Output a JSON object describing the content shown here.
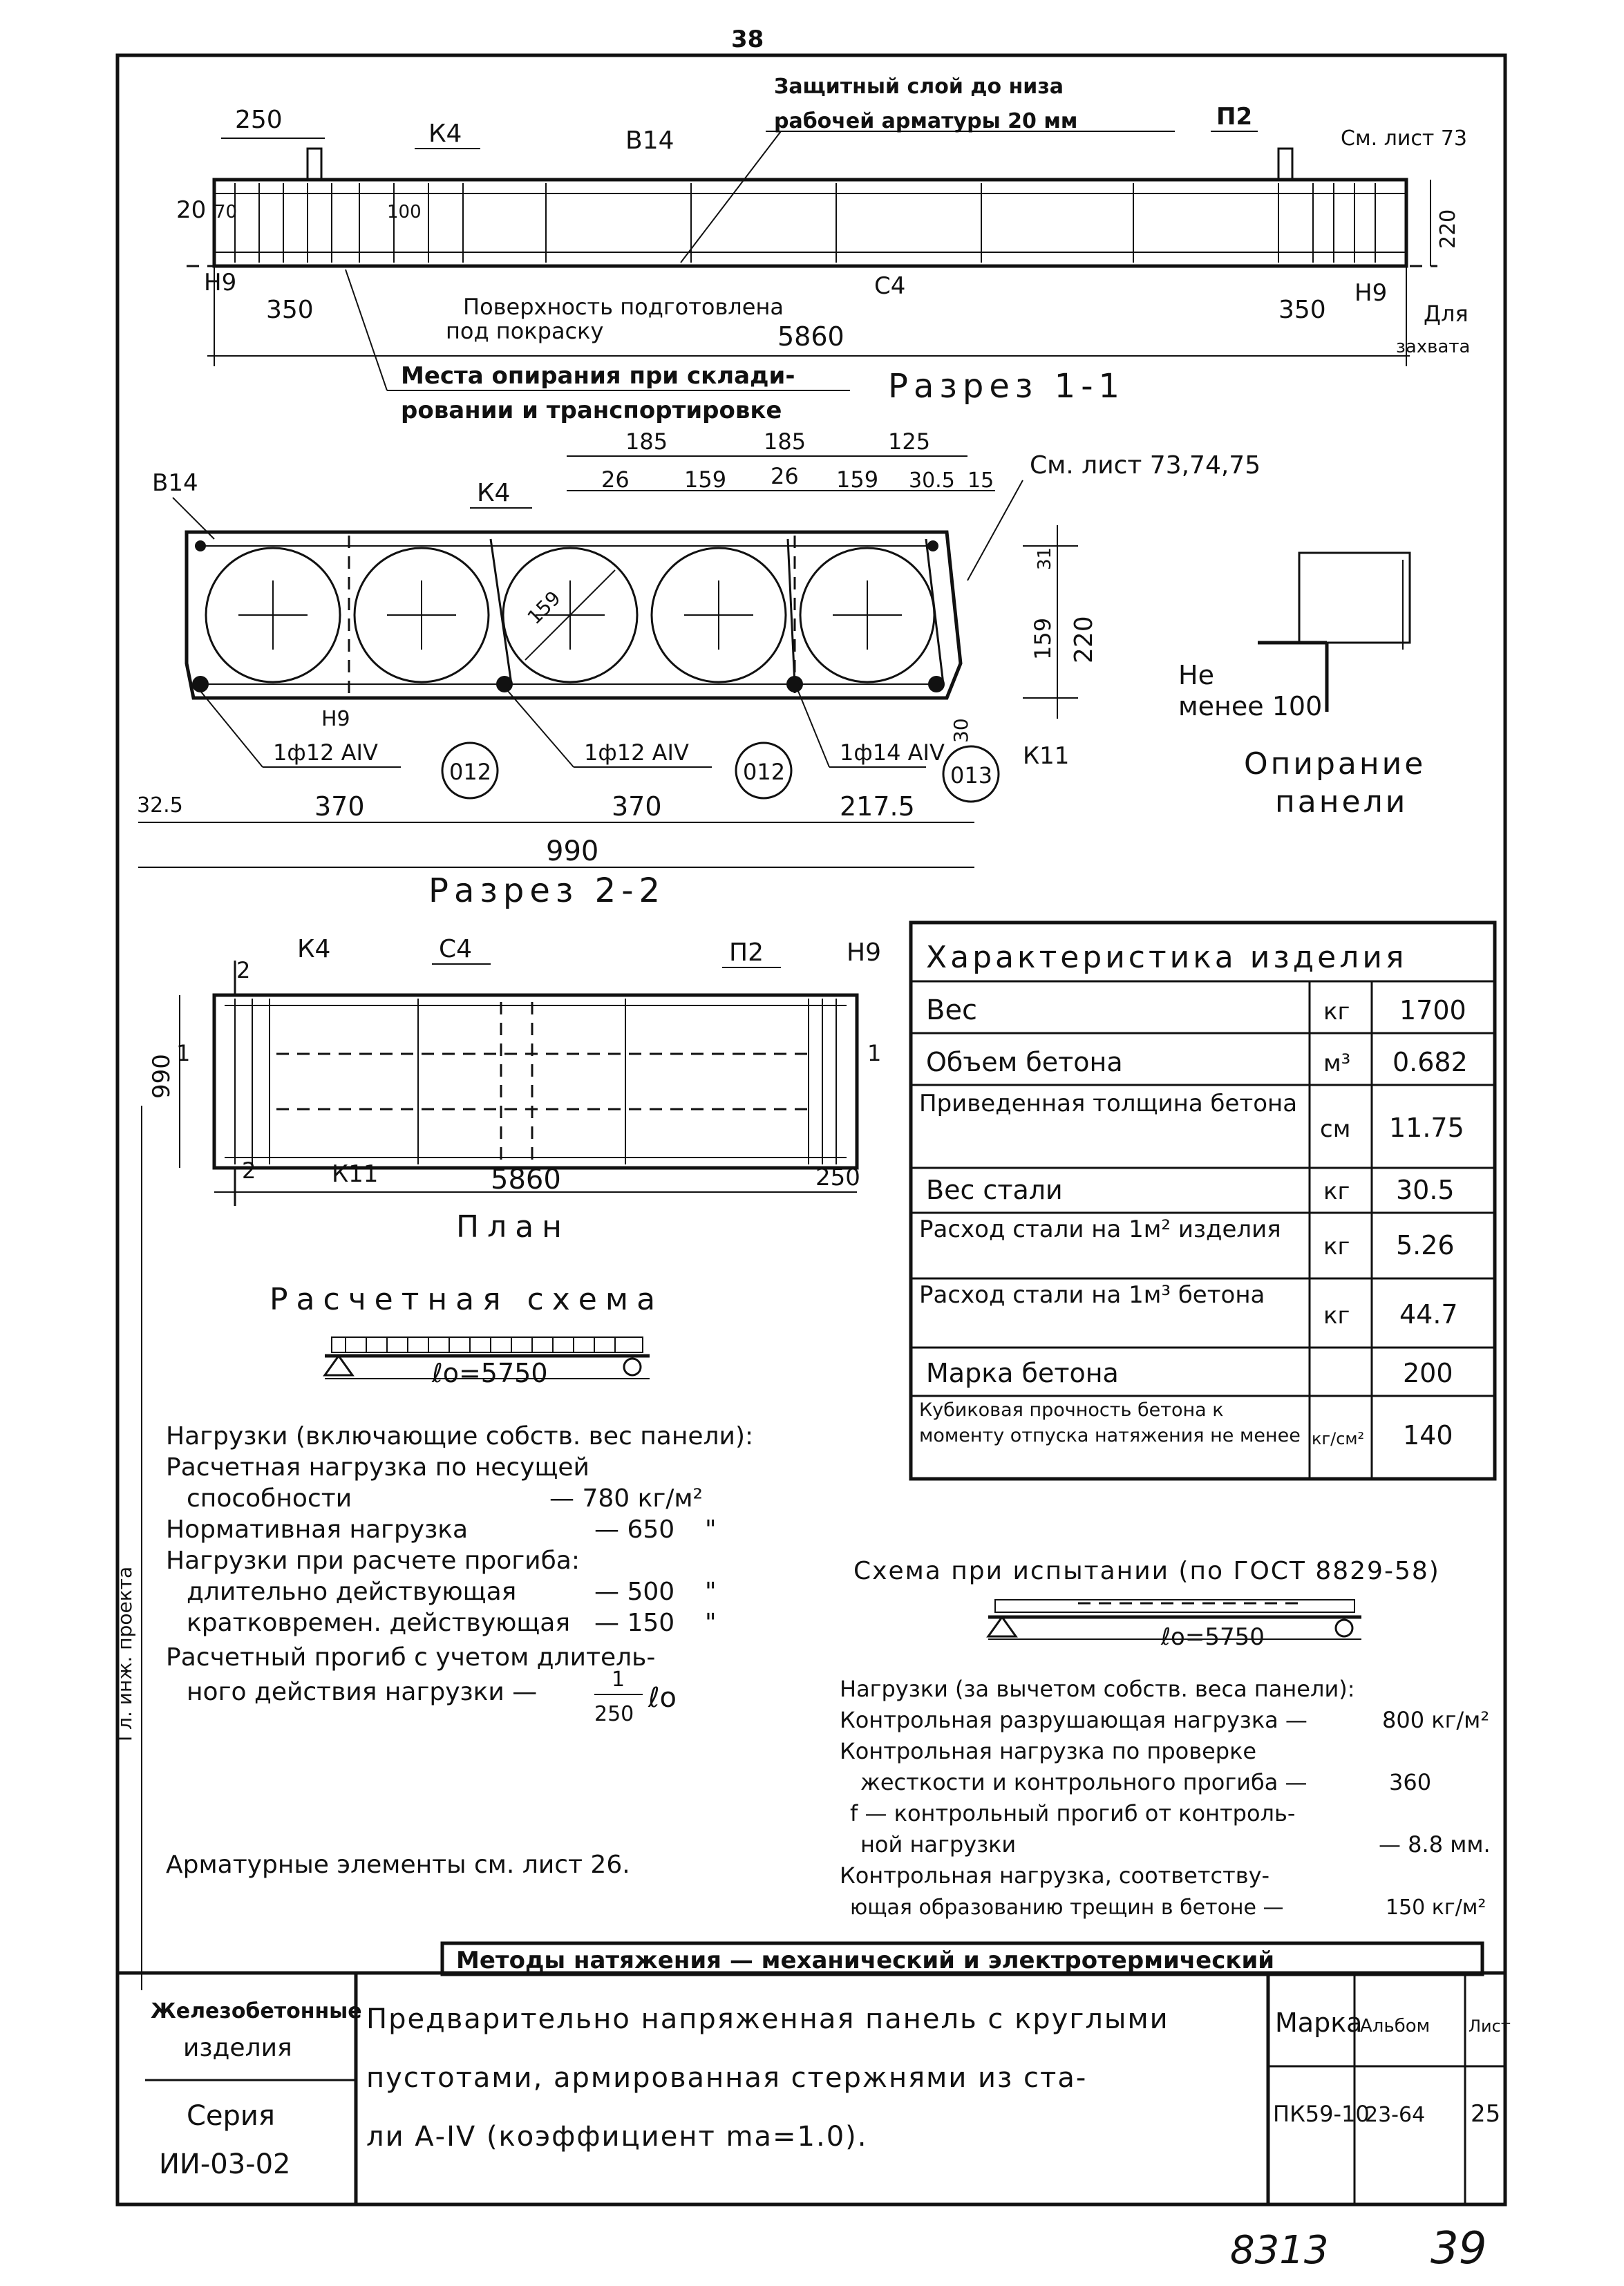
{
  "page_number_top": "38",
  "section_1": {
    "note_protective_layer_1": "Защитный слой до низа",
    "note_protective_layer_2": "рабочей арматуры 20 мм",
    "label_p2": "П2",
    "see_sheet_73": "См. лист 73",
    "dim_250": "250",
    "label_k4": "К4",
    "label_v14": "В14",
    "dim_20": "20",
    "dim_70": "70",
    "dim_100": "100",
    "dim_220": "220",
    "label_n9_left": "Н9",
    "label_n9_right": "Н9",
    "dim_350_left": "350",
    "dim_350_right": "350",
    "note_surface_1": "Поверхность подготовлена",
    "note_surface_2": "под покраску",
    "label_s4": "С4",
    "dim_5860": "5860",
    "for_gripping_1": "Для",
    "for_gripping_2": "захвата",
    "note_support_1": "Места опирания при склади-",
    "note_support_2": "ровании и транспортировке",
    "title": "Разрез 1-1"
  },
  "section_2": {
    "dim_185a": "185",
    "dim_185b": "185",
    "dim_125": "125",
    "dim_26a": "26",
    "dim_159a": "159",
    "dim_26b": "26",
    "dim_159b": "159",
    "dim_30_5": "30.5",
    "dim_15": "15",
    "see_sheets": "См. лист 73,74,75",
    "label_v14": "В14",
    "label_k4": "К4",
    "dim_159_diam": "159",
    "dim_159_side": "159",
    "dim_31": "31",
    "dim_220": "220",
    "dim_30": "30",
    "label_n9": "Н9",
    "rebar_1": "1ф12 АIV",
    "rebar_2": "1ф12 АIV",
    "rebar_3": "1ф14 АIV",
    "tag_1": "012",
    "tag_2": "012",
    "tag_3": "013",
    "label_k11": "К11",
    "dim_32_5": "32.5",
    "dim_370a": "370",
    "dim_370b": "370",
    "dim_217_5": "217.5",
    "dim_990": "990",
    "title": "Разрез 2-2"
  },
  "support": {
    "not_less_1": "Не",
    "not_less_2": "менее 100",
    "title_1": "Опирание",
    "title_2": "панели"
  },
  "plan": {
    "label_k4": "К4",
    "label_s4": "С4",
    "label_p2": "П2",
    "label_n9": "Н9",
    "mark_2_top": "2",
    "mark_2_bottom": "2",
    "mark_1_left": "1",
    "mark_1_right": "1",
    "dim_990": "990",
    "label_k11": "К11",
    "dim_5860": "5860",
    "dim_250": "250",
    "title": "План"
  },
  "characteristics": {
    "title": "Характеристика изделия",
    "rows": [
      {
        "name": "Вес",
        "unit": "кг",
        "value": "1700"
      },
      {
        "name": "Объем бетона",
        "unit": "м³",
        "value": "0.682"
      },
      {
        "name": "Приведенная толщина бетона",
        "unit": "см",
        "value": "11.75"
      },
      {
        "name": "Вес стали",
        "unit": "кг",
        "value": "30.5"
      },
      {
        "name": "Расход стали на 1м² изделия",
        "unit": "кг",
        "value": "5.26"
      },
      {
        "name": "Расход стали на 1м³ бетона",
        "unit": "кг",
        "value": "44.7"
      },
      {
        "name": "Марка бетона",
        "unit": "",
        "value": "200"
      },
      {
        "name": "Кубиковая прочность бетона к моменту отпуска натяжения не менее",
        "unit": "кг/см²",
        "value": "140"
      }
    ]
  },
  "design_scheme": {
    "title": "Расчетная схема",
    "span": "ℓо=5750",
    "loads_title": "Нагрузки (включающие собств. вес панели):",
    "line_1": "Расчетная нагрузка по несущей",
    "line_2": "способности",
    "val_2": "— 780 кг/м²",
    "line_3": "Нормативная нагрузка",
    "val_3": "— 650",
    "line_4": "Нагрузки при расчете прогиба:",
    "line_5": "длительно действующая",
    "val_5": "— 500",
    "line_6": "кратковремен. действующая",
    "val_6": "— 150",
    "line_7": "Расчетный прогиб с учетом длитель-",
    "line_8": "ного действия нагрузки —",
    "frac_num": "1",
    "frac_den": "250",
    "frac_tail": "ℓо",
    "ditto": "\""
  },
  "test_scheme": {
    "title": "Схема при испытании (по ГОСТ 8829-58)",
    "span": "ℓо=5750",
    "loads_title": "Нагрузки (за вычетом собств. веса панели):",
    "line_1": "Контрольная разрушающая нагрузка —",
    "val_1": "800 кг/м²",
    "line_2": "Контрольная нагрузка по проверке",
    "line_3": "жесткости и контрольного прогиба —",
    "val_3": "360",
    "line_4": "f — контрольный прогиб от контроль-",
    "line_5": "ной нагрузки",
    "val_5": "— 8.8 мм.",
    "line_6": "Контрольная нагрузка, соответству-",
    "line_7": "ющая образованию трещин в бетоне —",
    "val_7": "150 кг/м²"
  },
  "rebar_note": "Арматурные элементы см. лист 26.",
  "tension_methods": "Методы натяжения — механический и электротермический",
  "side_stamp": "Гл. инж. проекта",
  "title_block": {
    "org_1": "Железобетонные",
    "org_2": "изделия",
    "series_label": "Серия",
    "series": "ИИ-03-02",
    "desc_1": "Предварительно напряженная панель с круглыми",
    "desc_2": "пустотами, армированная стержнями из ста-",
    "desc_3": "ли А-IV (коэффициент mа=1.0).",
    "marka_label": "Марка",
    "album_label": "Альбом",
    "sheet_label": "Лист",
    "marka": "ПК59-10",
    "album": "23-64",
    "sheet": "25"
  },
  "footer_number": "8313",
  "footer_page": "39"
}
